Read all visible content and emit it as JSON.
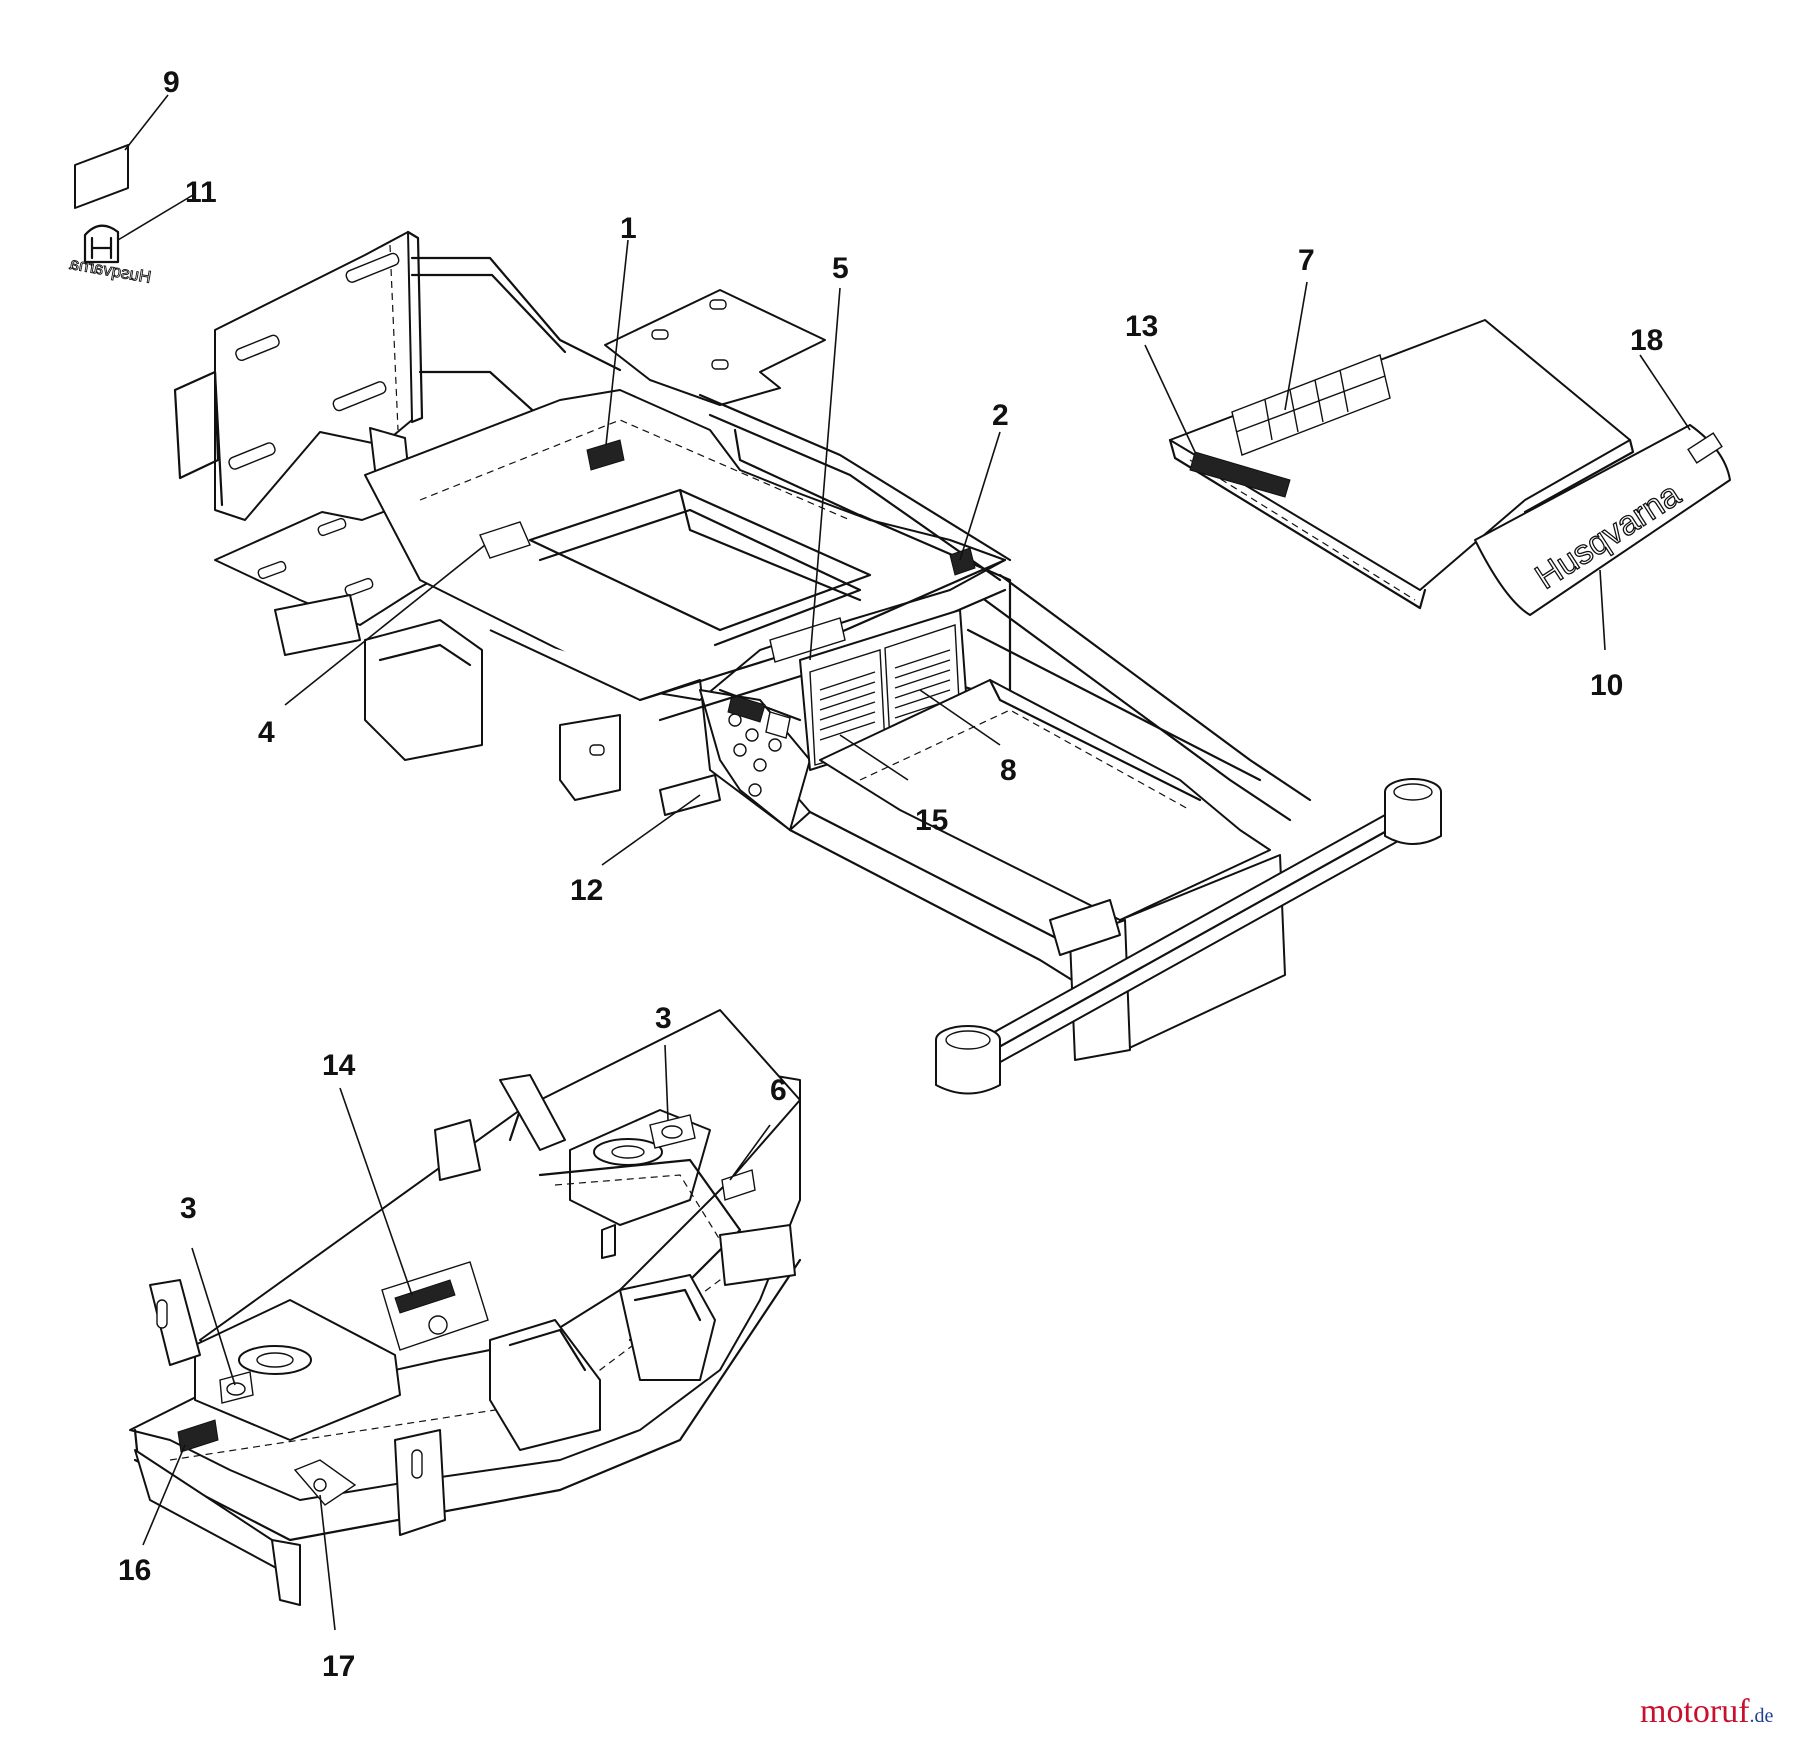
{
  "callouts": [
    {
      "label": "1"
    },
    {
      "label": "5"
    },
    {
      "label": "2"
    },
    {
      "label": "7"
    },
    {
      "label": "13"
    },
    {
      "label": "18"
    },
    {
      "label": "9"
    },
    {
      "label": "11"
    },
    {
      "label": "4"
    },
    {
      "label": "8"
    },
    {
      "label": "15"
    },
    {
      "label": "12"
    },
    {
      "label": "10"
    },
    {
      "label": "3"
    },
    {
      "label": "14"
    },
    {
      "label": "6"
    },
    {
      "label": "3"
    },
    {
      "label": "16"
    },
    {
      "label": "17"
    }
  ],
  "brand": {
    "name": "Husqvarna",
    "mirrored_name": "Husqvarna"
  },
  "watermark": {
    "part1": "motoruf",
    "part2": ".de"
  },
  "colors": {
    "line": "#111111",
    "background": "#ffffff",
    "wm_red": "#c8102e",
    "wm_blue": "#1c3f94"
  }
}
